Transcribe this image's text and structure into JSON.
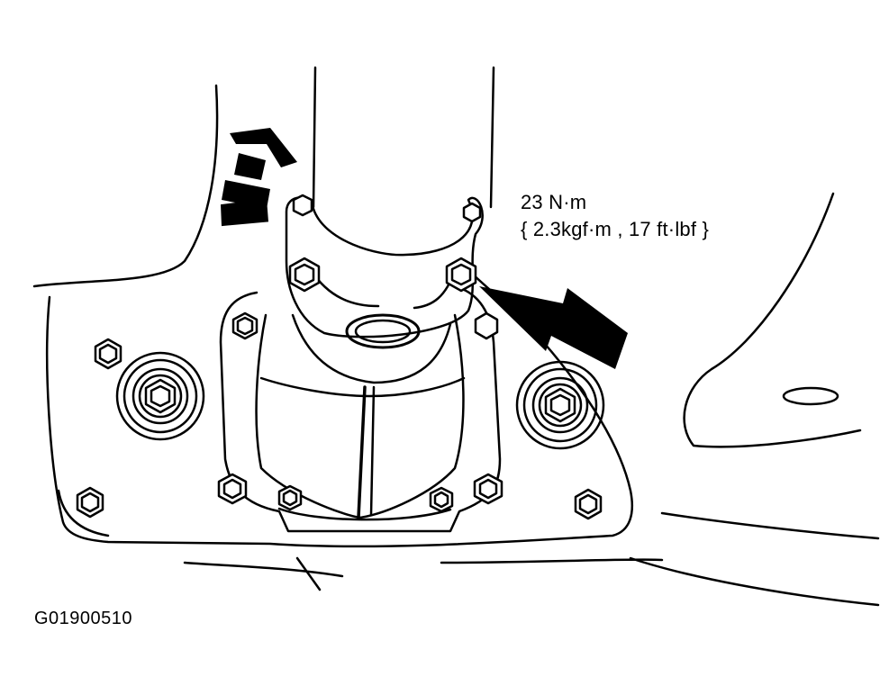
{
  "torque_spec": {
    "metric": "23 N·m",
    "alt_units": "{ 2.3kgf·m , 17 ft·lbf }"
  },
  "figure_id": "G01900510",
  "colors": {
    "ink": "#000000",
    "paper": "#ffffff"
  },
  "icons": [
    "up-direction-arrow-icon",
    "bolt-pointer-arrow-icon",
    "hex-bolt-icon"
  ]
}
